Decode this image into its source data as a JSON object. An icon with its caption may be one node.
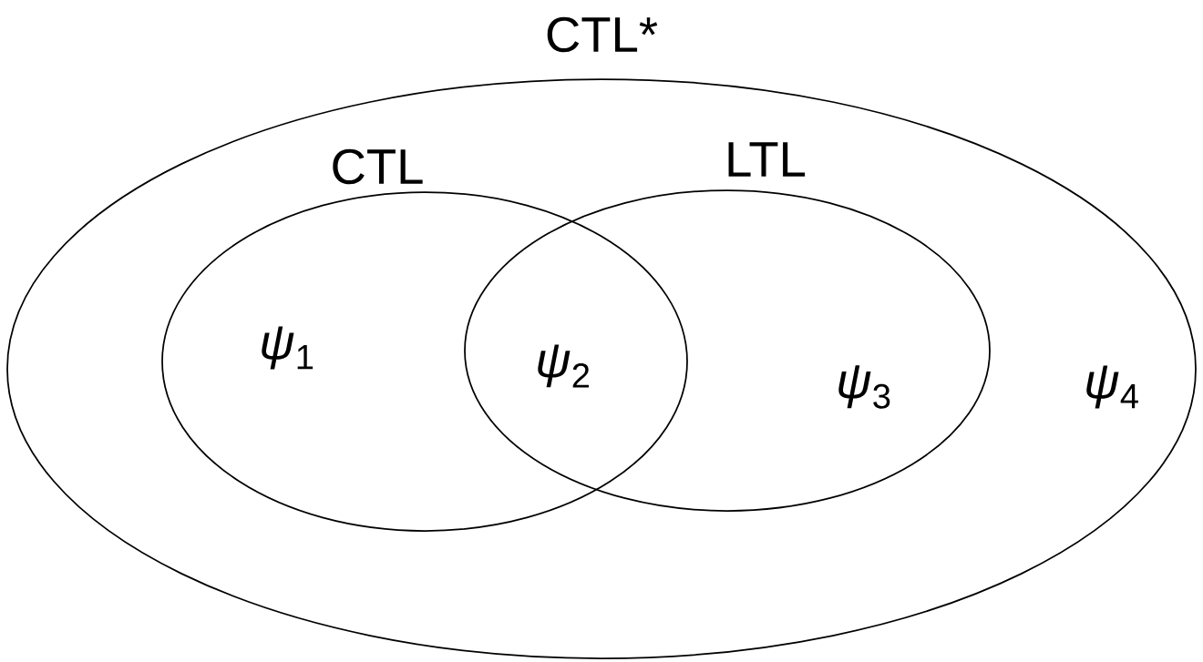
{
  "diagram": {
    "nodes": [
      {
        "text": [
          "CTL*",
          "*ψ*$_{4}$"
        ]
      },
      {
        "text": [
          "CTL",
          "*ψ*$_{1}$"
        ],
        "in": 0
      },
      {
        "text": [
          "LTL",
          "*ψ*$_{3}$"
        ],
        "in": 0
      }
    ],
    "labels": [
      "*ψ*$_{2}$"
    ]
  }
}
